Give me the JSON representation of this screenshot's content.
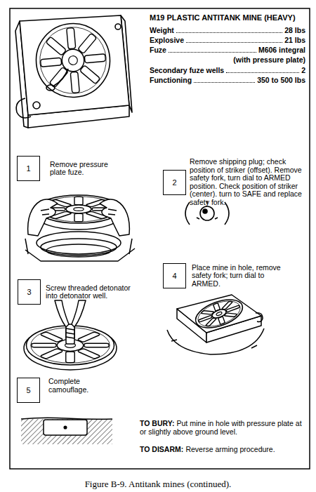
{
  "diagram": {
    "title": "M19 PLASTIC ANTITANK MINE (HEAVY)",
    "caption": "Figure B-9. Antitank mines (continued).",
    "nodes": [
      {
        "text": [
          "1",
          "Remove pressure plate fuze."
        ]
      },
      {
        "text": [
          "2",
          "Remove shipping plug; check position of striker (offset). Remove safety fork, turn dial to ARMED position. Check position of striker (center). turn to SAFE and replace safety fork."
        ]
      },
      {
        "text": [
          "3",
          "Screw threaded detonator into detonator well."
        ]
      },
      {
        "text": [
          "4",
          "Place mine in hole, remove safety fork; turn dial to ARMED."
        ]
      },
      {
        "text": [
          "5",
          "Complete camouflage."
        ]
      }
    ],
    "labels": [
      "Weight",
      "28 lbs",
      "Explosive",
      "21 lbs",
      "Fuze",
      "M606 integral",
      "(with pressure plate)",
      "Secondary fuze wells",
      "2",
      "Functioning",
      "350 to 500 lbs",
      "TO BURY:",
      "Put mine in hole with pressure plate at or slightly above ground level.",
      "TO DISARM:",
      "Reverse arming procedure."
    ]
  }
}
